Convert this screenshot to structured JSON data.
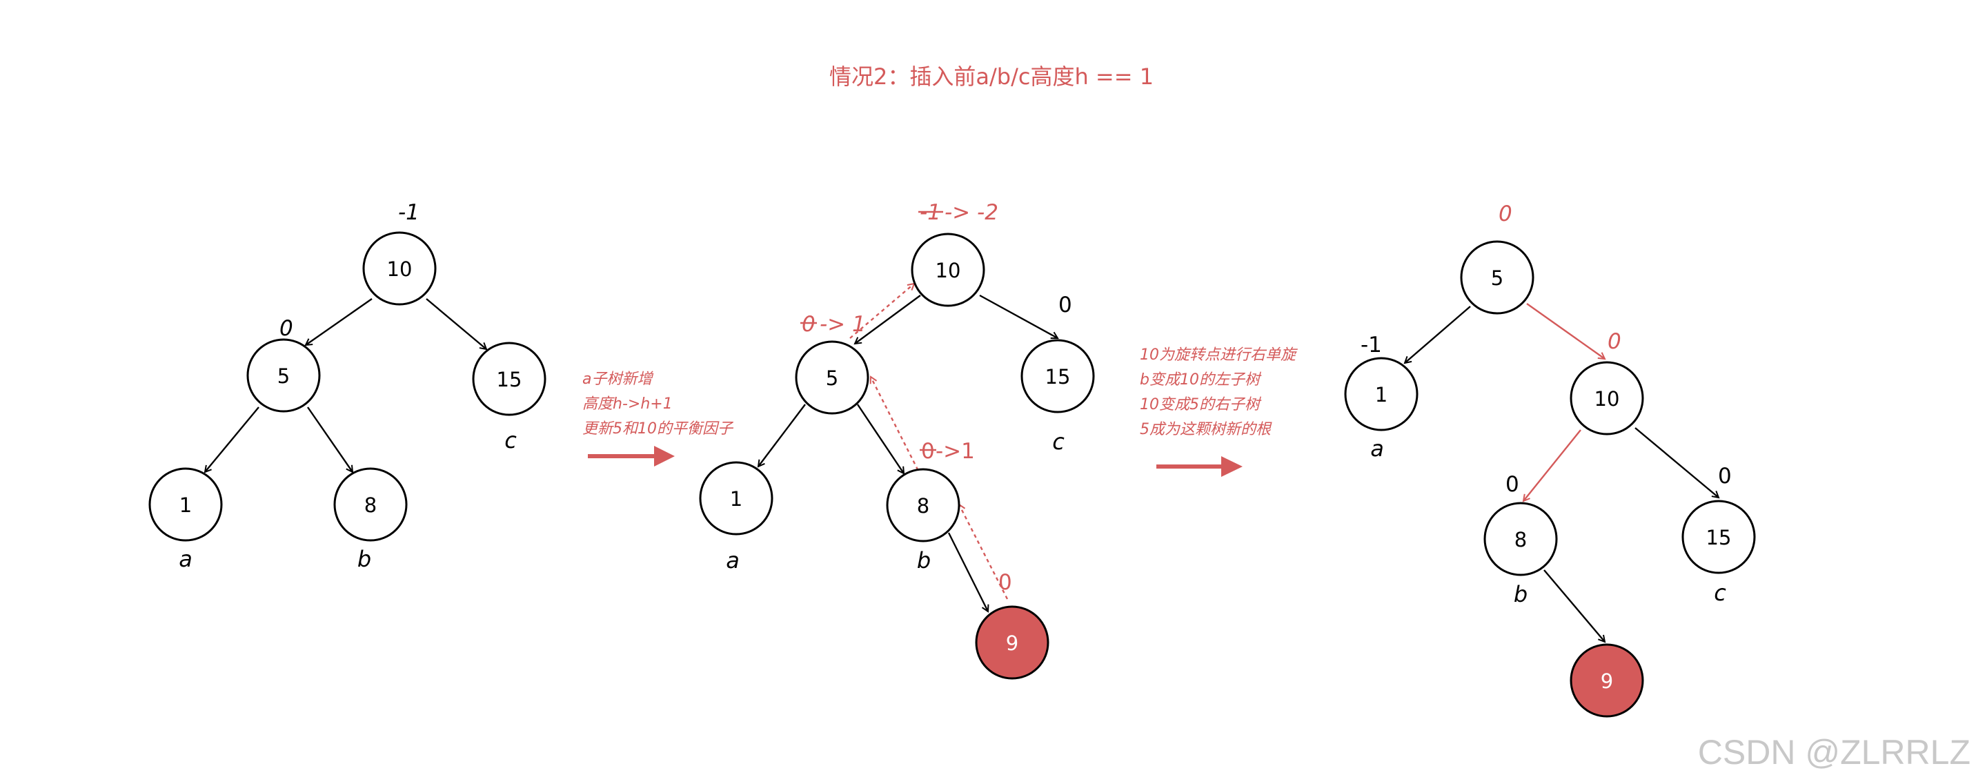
{
  "title": "情况2：插入前a/b/c高度h == 1",
  "diagram1": {
    "nodes": {
      "n10": "10",
      "n5": "5",
      "n15": "15",
      "n1": "1",
      "n8": "8"
    },
    "balance": {
      "n10": "-1",
      "n5": "0"
    },
    "subtrees": {
      "a": "a",
      "b": "b",
      "c": "c"
    }
  },
  "step1": {
    "note_lines": [
      "a子树新增",
      "高度h->h+1",
      "更新5和10的平衡因子"
    ],
    "arrow_color": "#d45a5a"
  },
  "diagram2": {
    "nodes": {
      "n10": "10",
      "n5": "5",
      "n15": "15",
      "n1": "1",
      "n8": "8",
      "n9": "9"
    },
    "balance": {
      "n10_old": "-1",
      "n10_new": "-> -2",
      "n5_old": "0",
      "n5_new": "-> 1",
      "n8_old": "0",
      "n8_new": "->1",
      "n9": "0",
      "n15": "0"
    },
    "subtrees": {
      "a": "a",
      "b": "b",
      "c": "c"
    }
  },
  "step2": {
    "note_lines": [
      "10为旋转点进行右单旋",
      "b变成10的左子树",
      "10变成5的右子树",
      "5成为这颗树新的根"
    ],
    "arrow_color": "#d45a5a"
  },
  "diagram3": {
    "nodes": {
      "n5": "5",
      "n1": "1",
      "n10": "10",
      "n8": "8",
      "n15": "15",
      "n9": "9"
    },
    "balance": {
      "n5": "0",
      "n1": "-1",
      "n10": "0",
      "n8": "0",
      "n15": "0"
    },
    "subtrees": {
      "a": "a",
      "b": "b",
      "c": "c"
    }
  },
  "colors": {
    "accent": "#d45a5a",
    "highlight_node": "#d45a5a",
    "watermark": "#c8c8c8"
  },
  "watermark": "CSDN @ZLRRLZ"
}
